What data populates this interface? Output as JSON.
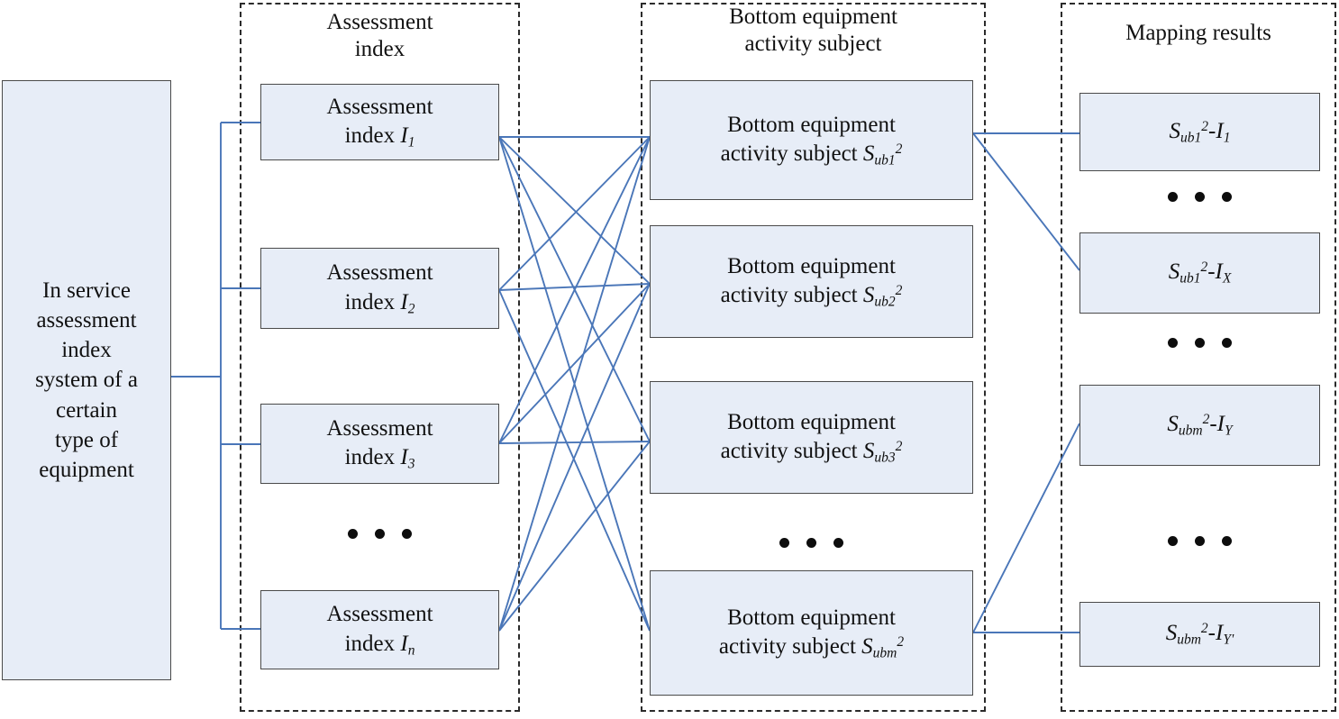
{
  "diagram": {
    "title": "Mapping between assessment index system and bottom equipment activity subjects",
    "colors": {
      "node_fill": "#e7edf7",
      "node_border": "#4a4a4a",
      "wire": "#4a76b8",
      "dashed_border": "#2b2b2b",
      "text": "#111111"
    }
  },
  "root": {
    "label_lines": [
      "In service",
      "assessment",
      "index",
      "system of a",
      "certain",
      "type of",
      "equipment"
    ],
    "label": "In service assessment index system of a certain type of equipment"
  },
  "columns": [
    {
      "id": "assessment-index",
      "header_lines": [
        "Assessment",
        "index"
      ],
      "header": "Assessment index",
      "nodes": [
        {
          "line1": "Assessment",
          "line2_prefix": "index ",
          "symbol": "I",
          "sub": "1",
          "sup": "",
          "text": "Assessment index I1"
        },
        {
          "line1": "Assessment",
          "line2_prefix": "index ",
          "symbol": "I",
          "sub": "2",
          "sup": "",
          "text": "Assessment index I2"
        },
        {
          "line1": "Assessment",
          "line2_prefix": "index ",
          "symbol": "I",
          "sub": "3",
          "sup": "",
          "text": "Assessment index I3"
        },
        {
          "line1": "Assessment",
          "line2_prefix": "index ",
          "symbol": "I",
          "sub": "n",
          "sup": "",
          "text": "Assessment index In"
        }
      ],
      "ellipsis": "• • •"
    },
    {
      "id": "bottom-equipment-activity-subject",
      "header_lines": [
        "Bottom equipment",
        "activity subject"
      ],
      "header": "Bottom equipment activity subject",
      "nodes": [
        {
          "line1": "Bottom equipment",
          "line2_prefix": "activity subject ",
          "symbol": "S",
          "sub": "ub1",
          "sup": "2",
          "text": "Bottom equipment activity subject Sub1^2"
        },
        {
          "line1": "Bottom equipment",
          "line2_prefix": "activity subject ",
          "symbol": "S",
          "sub": "ub2",
          "sup": "2",
          "text": "Bottom equipment activity subject Sub2^2"
        },
        {
          "line1": "Bottom equipment",
          "line2_prefix": "activity subject ",
          "symbol": "S",
          "sub": "ub3",
          "sup": "2",
          "text": "Bottom equipment activity subject Sub3^2"
        },
        {
          "line1": "Bottom equipment",
          "line2_prefix": "activity subject ",
          "symbol": "S",
          "sub": "ubm",
          "sup": "2",
          "text": "Bottom equipment activity subject Subm^2"
        }
      ],
      "ellipsis": "• • •"
    },
    {
      "id": "mapping-results",
      "header_lines": [
        "Mapping results"
      ],
      "header": "Mapping results",
      "nodes": [
        {
          "symbol": "S",
          "sub": "ub1",
          "sup": "2",
          "sep": "-",
          "symbol2": "I",
          "sub2": "1",
          "text": "Sub1^2-I1"
        },
        {
          "symbol": "S",
          "sub": "ub1",
          "sup": "2",
          "sep": "-",
          "symbol2": "I",
          "sub2": "X",
          "text": "Sub1^2-IX"
        },
        {
          "symbol": "S",
          "sub": "ubm",
          "sup": "2",
          "sep": "-",
          "symbol2": "I",
          "sub2": "Y",
          "text": "Subm^2-IY"
        },
        {
          "symbol": "S",
          "sub": "ubm",
          "sup": "2",
          "sep": "-",
          "symbol2": "I",
          "sub2": "Y'",
          "text": "Subm^2-IY'"
        }
      ],
      "ellipsis": "• • •"
    }
  ]
}
